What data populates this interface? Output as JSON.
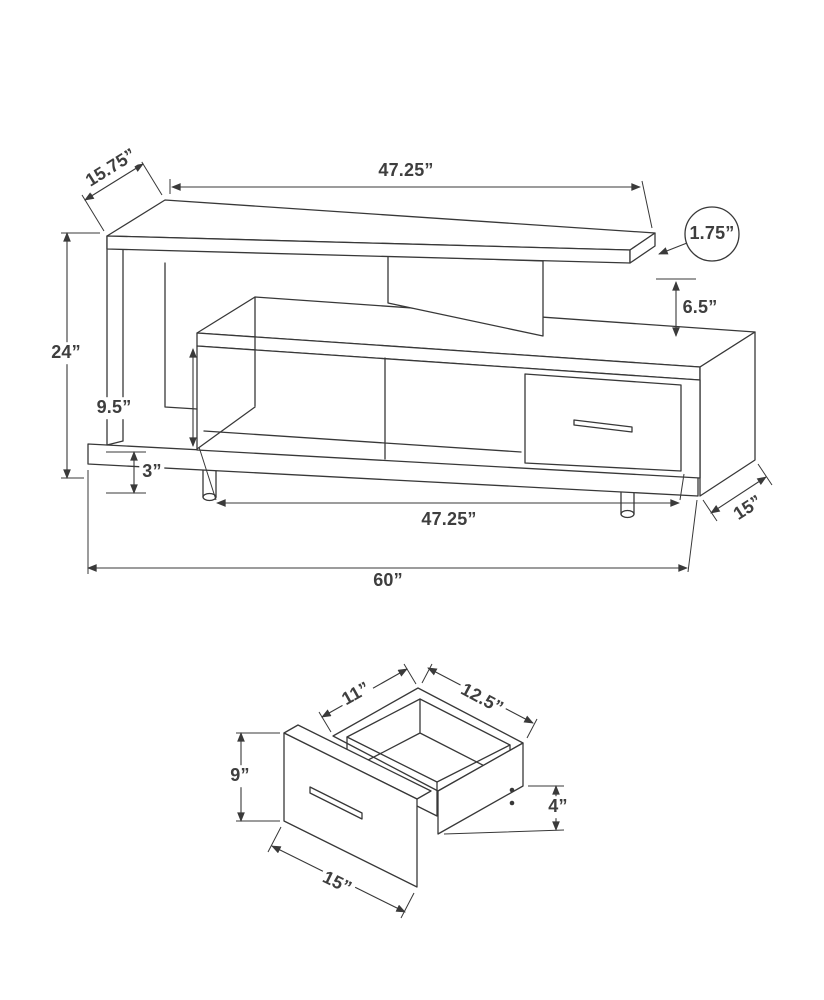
{
  "style": {
    "ink": "#383838",
    "background": "#ffffff"
  },
  "stand": {
    "top_depth": "15.75”",
    "top_width": "47.25”",
    "top_thickness": "1.75”",
    "shelf_gap": "6.5”",
    "overall_height": "24”",
    "opening_height": "9.5”",
    "base_height": "3”",
    "console_width": "47.25”",
    "side_depth": "15”",
    "overall_width": "60”"
  },
  "drawer_detail": {
    "inner_width": "11”",
    "inner_depth": "12.5”",
    "front_height": "9”",
    "side_height": "4”",
    "front_width": "15”"
  }
}
